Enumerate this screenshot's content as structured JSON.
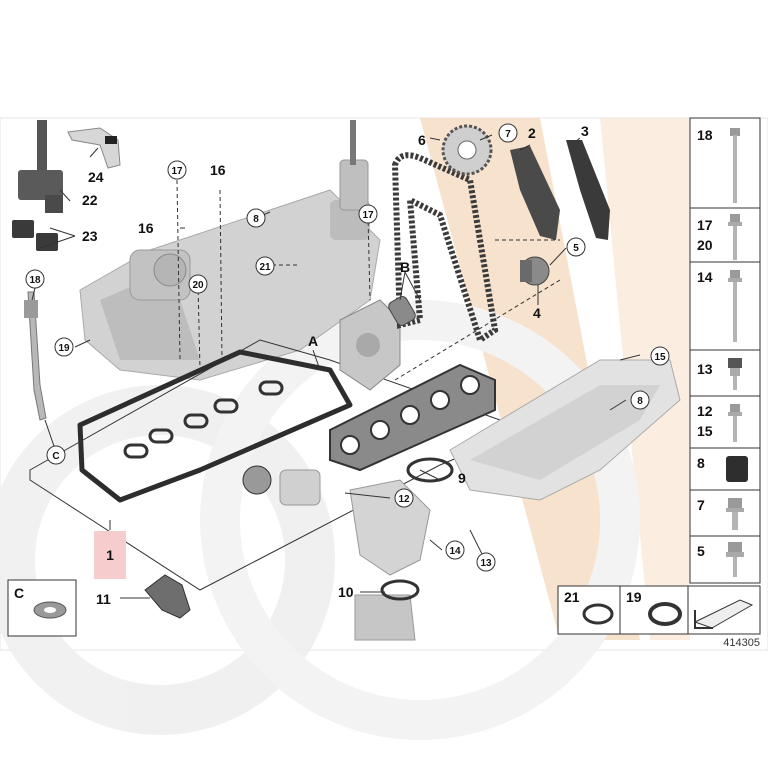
{
  "diagram_number": "414305",
  "main_part_label": "1",
  "group_letters": {
    "a": "A",
    "b": "B",
    "c": "C"
  },
  "callouts": {
    "c2": "2",
    "c3": "3",
    "c4": "4",
    "c5": "5",
    "c6": "6",
    "c7": "7",
    "c8a": "8",
    "c8b": "8",
    "c9": "9",
    "c10": "10",
    "c11": "11",
    "c12": "12",
    "c13": "13",
    "c14": "14",
    "c15": "15",
    "c16a": "16",
    "c16b": "16",
    "c17a": "17",
    "c17b": "17",
    "c18": "18",
    "c19": "19",
    "c20": "20",
    "c21": "21",
    "c22": "22",
    "c23": "23",
    "c24": "24",
    "cC": "C"
  },
  "side_panel": [
    {
      "labels": [
        "18"
      ],
      "part": "long-bolt"
    },
    {
      "labels": [
        "17",
        "20"
      ],
      "part": "bolt-medium"
    },
    {
      "labels": [
        "14"
      ],
      "part": "bolt-long-flange"
    },
    {
      "labels": [
        "13"
      ],
      "part": "collar-bolt"
    },
    {
      "labels": [
        "12",
        "15"
      ],
      "part": "bolt-short"
    },
    {
      "labels": [
        "8"
      ],
      "part": "rubber-grommet"
    },
    {
      "labels": [
        "7"
      ],
      "part": "shoulder-bolt"
    },
    {
      "labels": [
        "5"
      ],
      "part": "flange-bolt"
    }
  ],
  "bottom_panel": {
    "ring_21": "21",
    "ring_19": "19",
    "box_C": "C"
  },
  "colors": {
    "highlight": "#f6cccc",
    "watermark_peach": "#f6dfc8",
    "watermark_grey": "#eeeeee",
    "part_grey": "#c9c9c9",
    "part_dark": "#4a4a4a"
  }
}
